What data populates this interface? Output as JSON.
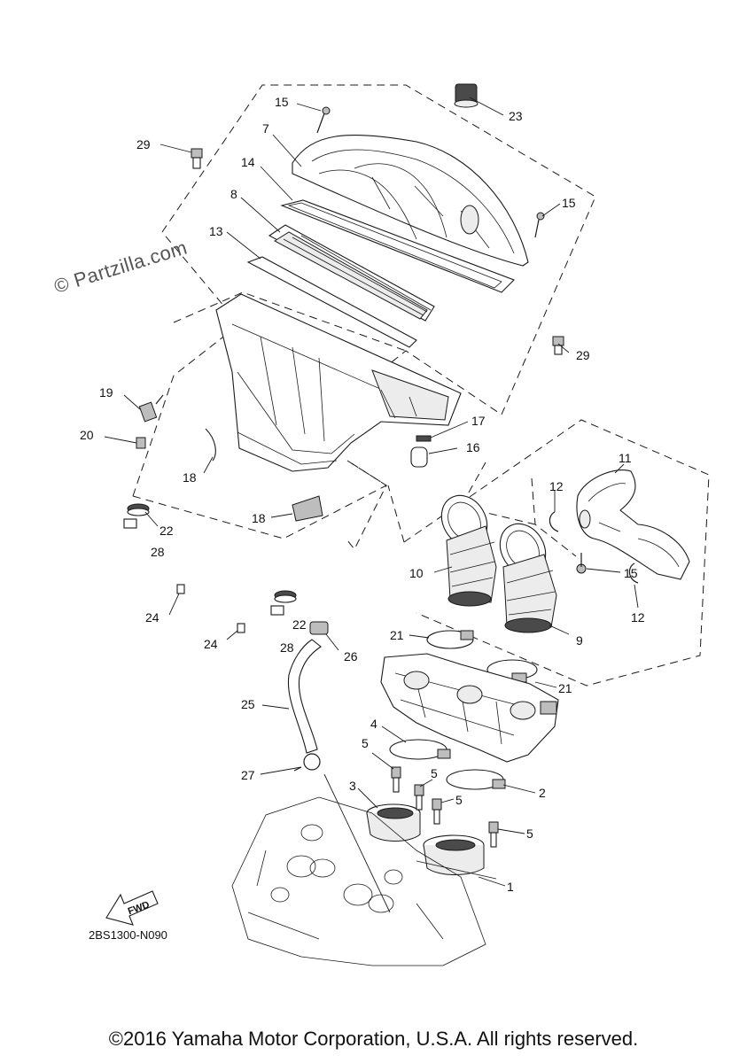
{
  "watermark": "© Partzilla.com",
  "figure_code": "2BS1300-N090",
  "copyright": "©2016 Yamaha Motor Corporation, U.S.A. All rights reserved.",
  "fwd_label": "FWD",
  "callouts": [
    {
      "id": "c15a",
      "text": "15"
    },
    {
      "id": "c23",
      "text": "23"
    },
    {
      "id": "c29a",
      "text": "29"
    },
    {
      "id": "c7",
      "text": "7"
    },
    {
      "id": "c14",
      "text": "14"
    },
    {
      "id": "c15b",
      "text": "15"
    },
    {
      "id": "c8",
      "text": "8"
    },
    {
      "id": "c13",
      "text": "13"
    },
    {
      "id": "c29b",
      "text": "29"
    },
    {
      "id": "c19",
      "text": "19"
    },
    {
      "id": "c17",
      "text": "17"
    },
    {
      "id": "c20",
      "text": "20"
    },
    {
      "id": "c16",
      "text": "16"
    },
    {
      "id": "c18a",
      "text": "18"
    },
    {
      "id": "c11",
      "text": "11"
    },
    {
      "id": "c12a",
      "text": "12"
    },
    {
      "id": "c18b",
      "text": "18"
    },
    {
      "id": "c22a",
      "text": "22"
    },
    {
      "id": "c28a",
      "text": "28"
    },
    {
      "id": "c10",
      "text": "10"
    },
    {
      "id": "c15c",
      "text": "15"
    },
    {
      "id": "c12b",
      "text": "12"
    },
    {
      "id": "c24a",
      "text": "24"
    },
    {
      "id": "c22b",
      "text": "22"
    },
    {
      "id": "c24b",
      "text": "24"
    },
    {
      "id": "c28b",
      "text": "28"
    },
    {
      "id": "c26",
      "text": "26"
    },
    {
      "id": "c21a",
      "text": "21"
    },
    {
      "id": "c9",
      "text": "9"
    },
    {
      "id": "c21b",
      "text": "21"
    },
    {
      "id": "c25",
      "text": "25"
    },
    {
      "id": "c4",
      "text": "4"
    },
    {
      "id": "c5a",
      "text": "5"
    },
    {
      "id": "c27",
      "text": "27"
    },
    {
      "id": "c5b",
      "text": "5"
    },
    {
      "id": "c3",
      "text": "3"
    },
    {
      "id": "c2",
      "text": "2"
    },
    {
      "id": "c5c",
      "text": "5"
    },
    {
      "id": "c5d",
      "text": "5"
    },
    {
      "id": "c1",
      "text": "1"
    }
  ]
}
